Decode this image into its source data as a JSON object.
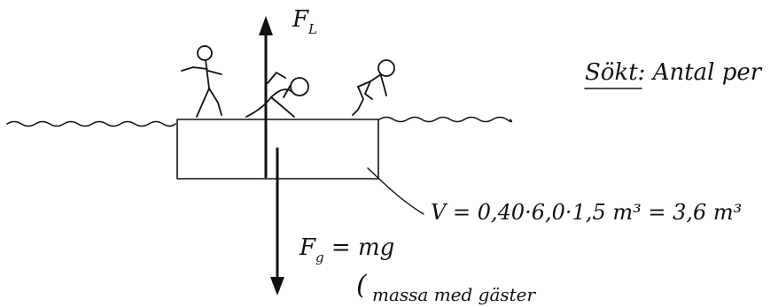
{
  "labels": {
    "lift_force": "F",
    "lift_force_sub": "L",
    "sought": "Sökt: Antal per",
    "volume": "V = 0,40·6,0·1,5 m³ = 3,6 m³",
    "gravity_force": "F",
    "gravity_force_sub": "g",
    "gravity_formula": " = mg",
    "mass_note": "massa med gäster",
    "mass_paren": "("
  }
}
